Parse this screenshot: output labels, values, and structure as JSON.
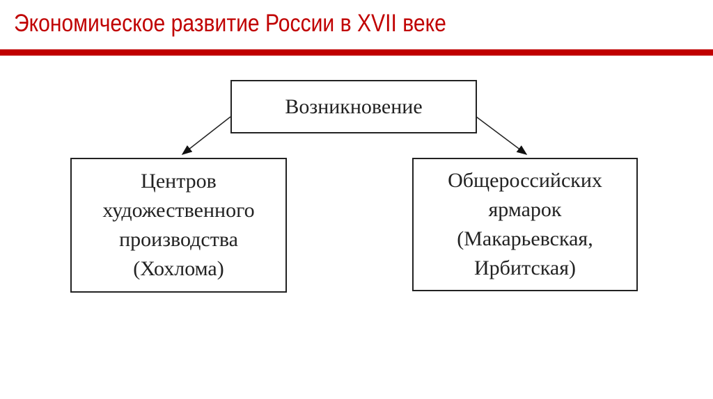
{
  "title": "Экономическое развитие России в XVII веке",
  "diagram": {
    "root": "Возникновение",
    "left": [
      "Центров",
      "художественного",
      "производства",
      "(Хохлома)"
    ],
    "right": [
      "Общероссийских",
      "ярмарок",
      "(Макарьевская,",
      "Ирбитская)"
    ]
  },
  "colors": {
    "accent": "#c00000"
  }
}
